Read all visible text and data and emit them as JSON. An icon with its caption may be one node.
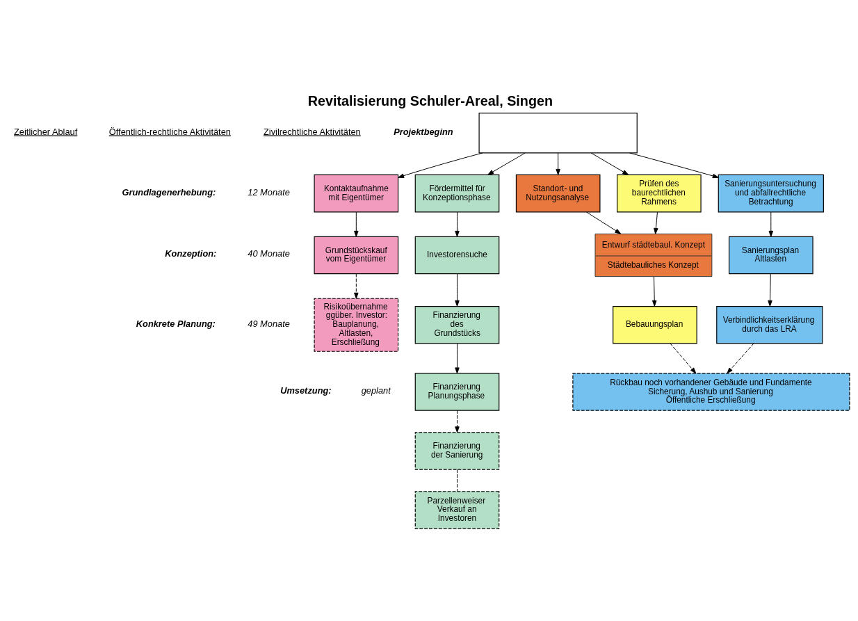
{
  "diagram": {
    "title": "Revitalisierung Schuler-Areal, Singen",
    "nodes": [
      {
        "text": [],
        "shape": "box"
      },
      {
        "text": [
          "Kontaktaufnahme mit Eigentümer"
        ]
      },
      {
        "text": [
          "Fördermittel für Konzeptionsphase"
        ]
      },
      {
        "text": [
          "Standort- und Nutzungsanalyse"
        ]
      },
      {
        "text": [
          "Prüfen des baurechtlichen Rahmens"
        ]
      },
      {
        "text": [
          "Investorensuche"
        ]
      },
      {
        "text": [
          "Sanierungsuntersuchung und abfallrechtliche Betrachtung"
        ]
      },
      {
        "text": [
          "Entwurf städtebaul. Konzept",
          "Städtebauliches Konzept"
        ]
      },
      {
        "text": [
          "Sanierungsplan Altlasten"
        ]
      },
      {
        "text": [
          "Finanzierung des Grundstücks"
        ]
      },
      {
        "text": [
          "Verbindlichkeitserklärung durch das LRA"
        ]
      },
      {
        "text": [
          "Grundstückskauf vom Eigentümer"
        ]
      },
      {
        "text": [
          "Finanzierung Planungsphase"
        ]
      },
      {
        "text": [
          "Bebauungsplan"
        ]
      },
      {
        "text": [
          "Finanzierung der Sanierung"
        ]
      },
      {
        "text": [
          "Rückbau noch vorhandener Gebäude und Fundamente",
          "Sicherung, Aushub und Sanierung",
          "Öffentliche Erschließung"
        ]
      },
      {
        "text": [
          "Risikoübernahme ggüber. Investor: Bauplanung, Altlasten, Erschließung"
        ]
      },
      {
        "text": [
          "Parzellenweiser Verkauf an Investoren"
        ]
      }
    ],
    "edges": [
      {
        "from": 0,
        "to": 3,
        "arrow": "to"
      },
      {
        "from": 0,
        "to": 4,
        "arrow": "to"
      },
      {
        "from": 0,
        "to": 6,
        "arrow": "to"
      },
      {
        "from": 0,
        "to": 1,
        "arrow": "to"
      },
      {
        "from": 0,
        "to": 2,
        "arrow": "to"
      },
      {
        "from": 3,
        "to": 7,
        "arrow": "to"
      },
      {
        "from": 4,
        "to": 7,
        "arrow": "to"
      },
      {
        "from": 2,
        "to": 5,
        "arrow": "to"
      },
      {
        "from": 6,
        "to": 8,
        "arrow": "to"
      },
      {
        "from": 5,
        "to": 9,
        "arrow": "to"
      },
      {
        "from": 8,
        "to": 10,
        "arrow": "to"
      },
      {
        "from": 1,
        "to": 11,
        "arrow": "to"
      },
      {
        "from": 9,
        "to": 12,
        "arrow": "to"
      },
      {
        "from": 7,
        "to": 13,
        "arrow": "to"
      },
      {
        "from": 12,
        "to": 14,
        "arrow": "to",
        "style": "dashed"
      },
      {
        "from": 13,
        "to": 15,
        "arrow": "to",
        "style": "dashed"
      },
      {
        "from": 10,
        "to": 15,
        "arrow": "to",
        "style": "dashed"
      },
      {
        "from": 11,
        "to": 16,
        "arrow": "to",
        "style": "dashed"
      },
      {
        "from": 14,
        "to": 17,
        "arrow": "none",
        "style": "dashed"
      }
    ],
    "labels": [
      "Zeitlicher Ablauf",
      "Öffentlich-rechtliche Aktivitäten",
      "Zivilrechtliche Aktivitäten",
      "Projektbeginn",
      "Grundlagenerhebung:",
      "12 Monate",
      "Konzeption:",
      "40 Monate",
      "Konkrete Planung:",
      "49 Monate",
      "Umsetzung:",
      "geplant"
    ]
  }
}
